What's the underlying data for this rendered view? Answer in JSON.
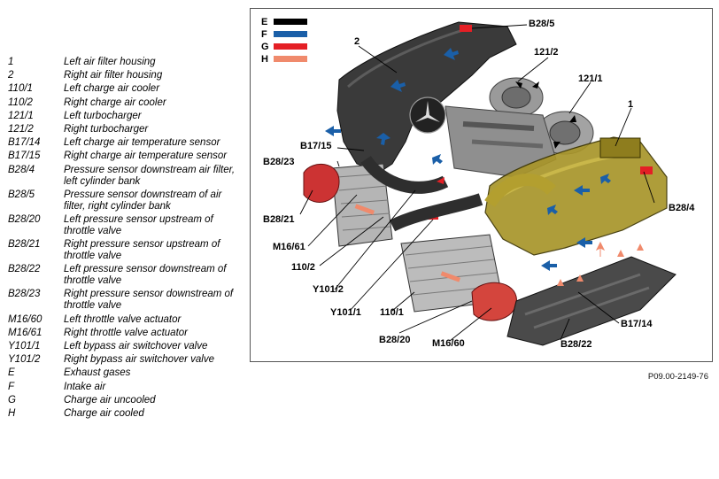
{
  "legend_items": [
    {
      "key": "1",
      "text": "Left air filter housing"
    },
    {
      "key": "2",
      "text": "Right air filter housing"
    },
    {
      "key": "110/1",
      "text": "Left charge air cooler"
    },
    {
      "key": "110/2",
      "text": "Right charge air cooler"
    },
    {
      "key": "121/1",
      "text": "Left turbocharger"
    },
    {
      "key": "121/2",
      "text": "Right turbocharger"
    },
    {
      "key": "B17/14",
      "text": "Left charge air temperature sensor"
    },
    {
      "key": "B17/15",
      "text": "Right charge air temperature sensor"
    },
    {
      "key": "B28/4",
      "text": "Pressure sensor downstream air filter, left cylinder bank"
    },
    {
      "key": "B28/5",
      "text": "Pressure sensor downstream of air filter, right cylinder bank"
    },
    {
      "key": "B28/20",
      "text": "Left pressure sensor upstream of throttle valve"
    },
    {
      "key": "B28/21",
      "text": "Right pressure sensor upstream of throttle valve"
    },
    {
      "key": "B28/22",
      "text": "Left pressure sensor downstream of throttle valve"
    },
    {
      "key": "B28/23",
      "text": "Right pressure sensor downstream of throttle valve"
    },
    {
      "key": "M16/60",
      "text": "Left throttle valve actuator"
    },
    {
      "key": "M16/61",
      "text": "Right throttle valve actuator"
    },
    {
      "key": "Y101/1",
      "text": "Left bypass air switchover valve"
    },
    {
      "key": "Y101/2",
      "text": "Right bypass air switchover valve"
    },
    {
      "key": "E",
      "text": "Exhaust gases"
    },
    {
      "key": "F",
      "text": "Intake air"
    },
    {
      "key": "G",
      "text": "Charge air uncooled"
    },
    {
      "key": "H",
      "text": "Charge air cooled"
    }
  ],
  "color_key": [
    {
      "letter": "E",
      "color": "#000000"
    },
    {
      "letter": "F",
      "color": "#1a5fa8"
    },
    {
      "letter": "G",
      "color": "#e41f25"
    },
    {
      "letter": "H",
      "color": "#f08a6c"
    }
  ],
  "labels": {
    "b28_5": "B28/5",
    "n2": "2",
    "n121_2": "121/2",
    "n121_1": "121/1",
    "n1": "1",
    "b17_15": "B17/15",
    "b28_23": "B28/23",
    "b28_21": "B28/21",
    "m16_61": "M16/61",
    "n110_2": "110/2",
    "y101_2": "Y101/2",
    "y101_1": "Y101/1",
    "n110_1": "110/1",
    "b28_20": "B28/20",
    "m16_60": "M16/60",
    "b28_22": "B28/22",
    "b17_14": "B17/14",
    "b28_4": "B28/4"
  },
  "figure_id": "P09.00-2149-76"
}
